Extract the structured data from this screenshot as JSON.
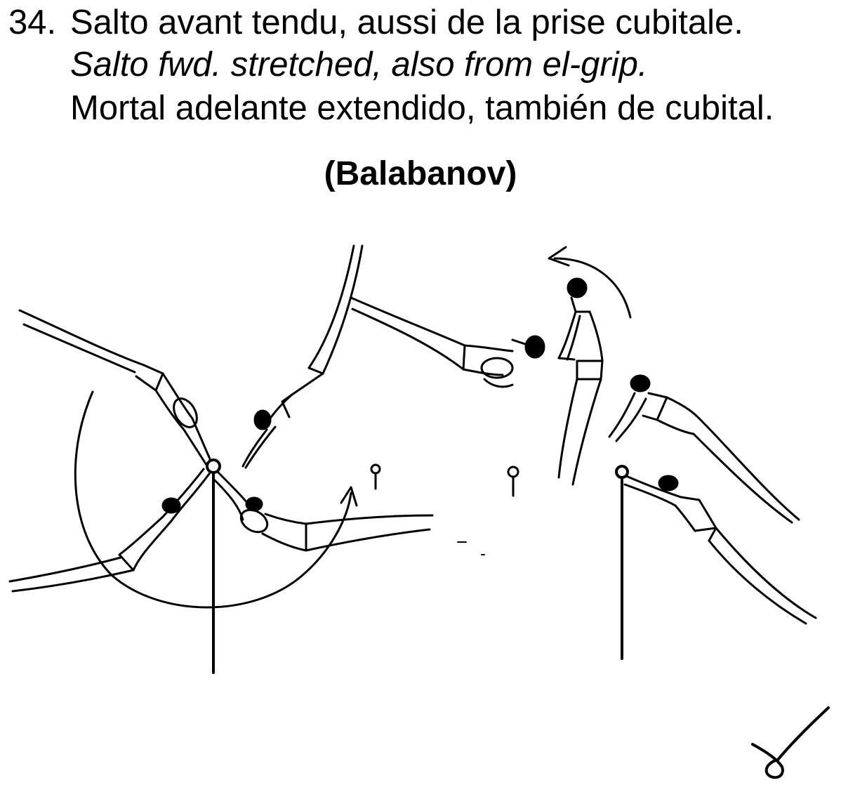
{
  "element": {
    "number": "34.",
    "description_fr": "Salto avant tendu, aussi de la prise cubitale.",
    "description_en": "Salto fwd. stretched, also from el-grip.",
    "description_es": "Mortal adelante extendido, también de cubital.",
    "name": "(Balabanov)"
  },
  "icons": {
    "figures": "gymnast-sequence-illustration",
    "rotation": "rotation-arrow-icon",
    "value_symbol": "difficulty-symbol-icon"
  }
}
